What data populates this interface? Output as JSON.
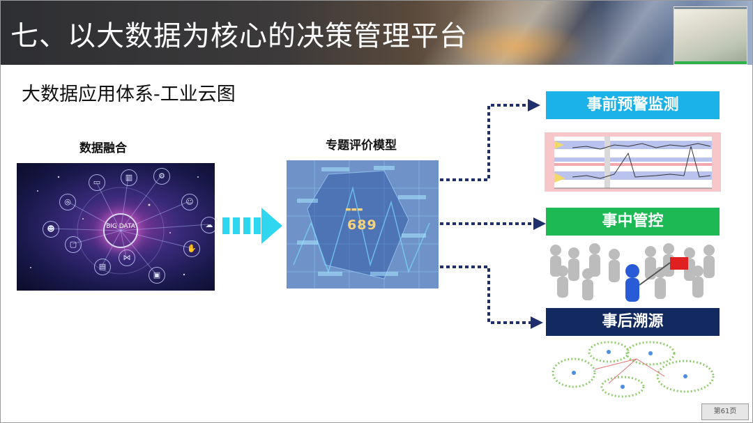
{
  "header": {
    "title": "七、以大数据为核心的决策管理平台"
  },
  "subtitle": "大数据应用体系-工业云图",
  "sections": {
    "data_fusion": "数据融合",
    "model": "专题评价模型"
  },
  "bigdata_image": {
    "center_label": "BIG DATA"
  },
  "model_image": {
    "score": "689"
  },
  "categories": {
    "pre": "事前预警监测",
    "mid": "事中管控",
    "post": "事后溯源"
  },
  "colors": {
    "pre": "#1ab2e8",
    "mid": "#1db954",
    "post": "#122a5f",
    "arrow": "#1f2f6b",
    "big_arrow": "#2fd6ef"
  },
  "footer": {
    "page": "第61页"
  }
}
